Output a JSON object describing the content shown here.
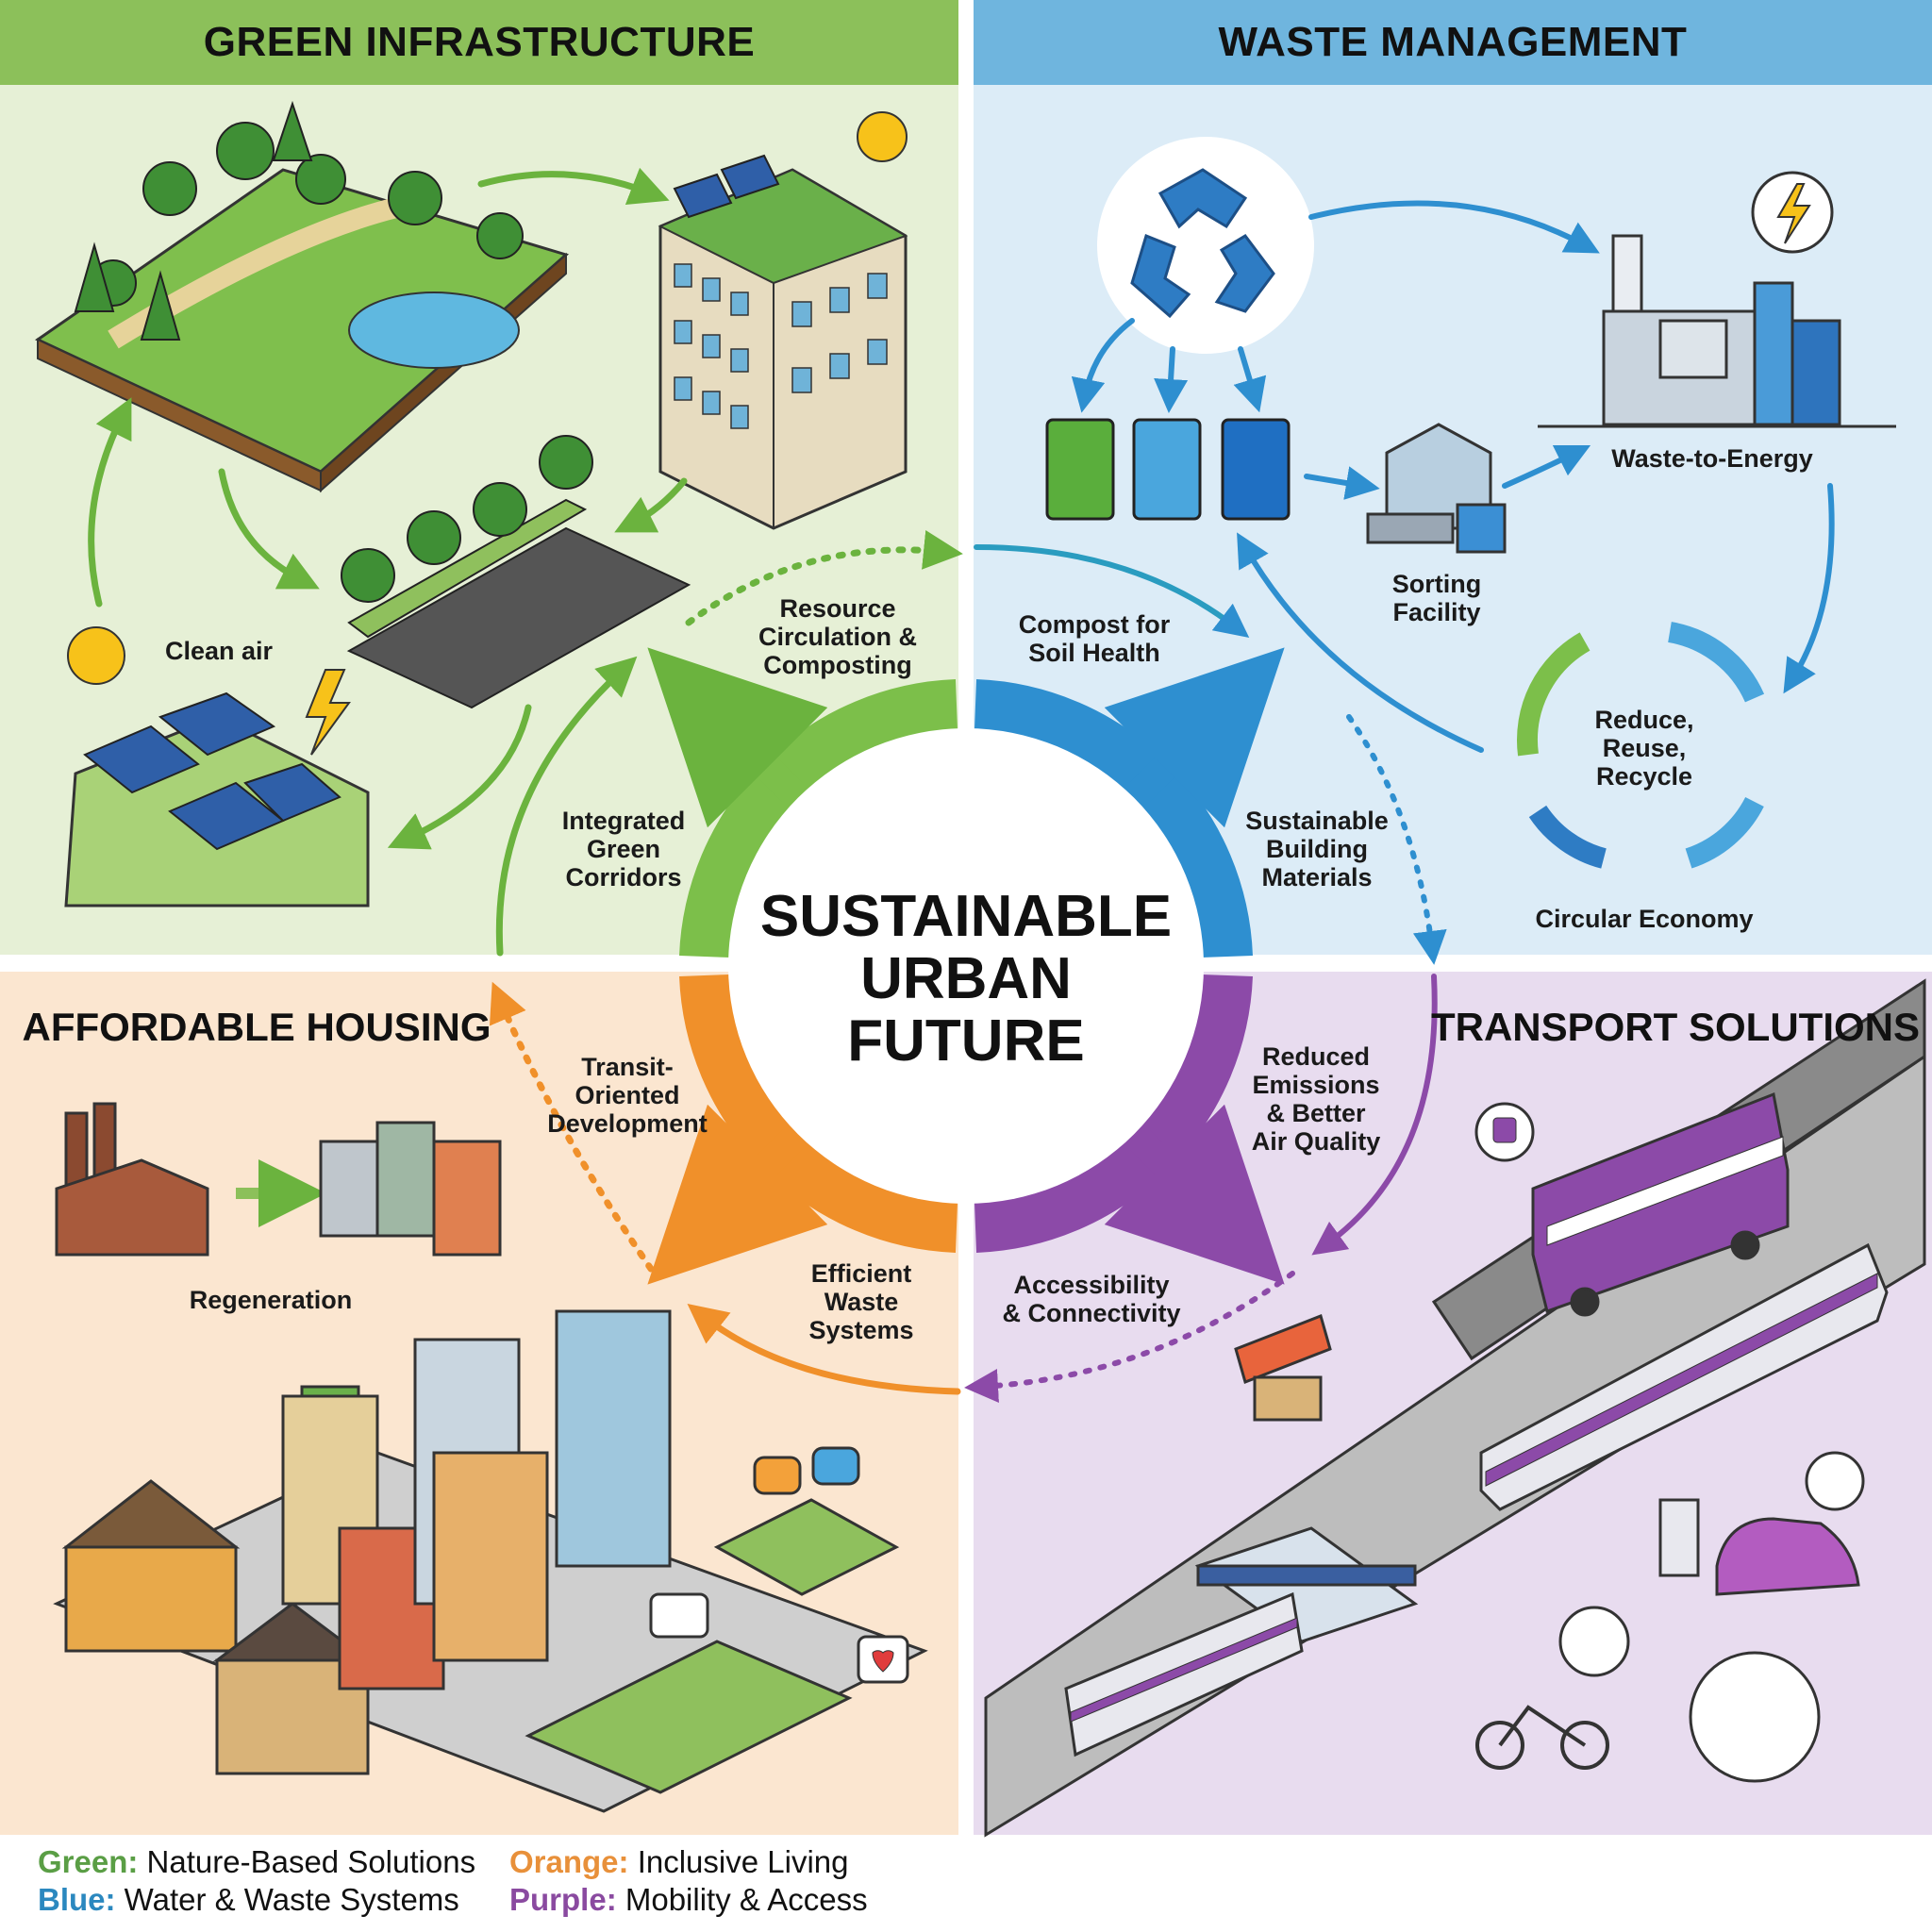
{
  "headers": {
    "green": "GREEN INFRASTRUCTURE",
    "blue": "WASTE MANAGEMENT",
    "orange": "AFFORDABLE HOUSING",
    "purple": "TRANSPORT SOLUTIONS"
  },
  "center_title": "SUSTAINABLE\nURBAN\nFUTURE",
  "labels": {
    "clean_air": "Clean air",
    "resource_circulation": "Resource\nCirculation &\nComposting",
    "compost": "Compost for\nSoil Health",
    "sorting": "Sorting\nFacility",
    "waste_energy": "Waste-to-Energy",
    "reduce": "Reduce,\nReuse,\nRecycle",
    "circular": "Circular Economy",
    "corridors": "Integrated\nGreen\nCorridors",
    "materials": "Sustainable\nBuilding\nMaterials",
    "tod": "Transit-\nOriented\nDevelopment",
    "emissions": "Reduced\nEmissions\n& Better\nAir Quality",
    "regeneration": "Regeneration",
    "efficient_waste": "Efficient\nWaste\nSystems",
    "accessibility": "Accessibility\n& Connectivity"
  },
  "legend": [
    {
      "key": "Green:",
      "text": "Nature-Based Solutions",
      "color": "#5a9e45"
    },
    {
      "key": "Orange:",
      "text": "Inclusive Living",
      "color": "#e8903a"
    },
    {
      "key": "Blue:",
      "text": "Water & Waste Systems",
      "color": "#2b88bf"
    },
    {
      "key": "Purple:",
      "text": "Mobility & Access",
      "color": "#8a4aa0"
    }
  ],
  "colors": {
    "green": "#7cbf4a",
    "blue": "#2e8fd0",
    "orange": "#f0902a",
    "purple": "#8c4aa8",
    "teal": "#2a9c9a"
  },
  "icons": [
    "recycle-icon",
    "lightning-icon",
    "sun-icon",
    "solar-panel-icon",
    "bin-icon",
    "factory-icon",
    "bus-stop-icon",
    "bus-icon",
    "tram-icon",
    "ev-charger-icon",
    "car-icon",
    "bicycle-icon",
    "speech-bubble-icon",
    "heart-icon"
  ]
}
